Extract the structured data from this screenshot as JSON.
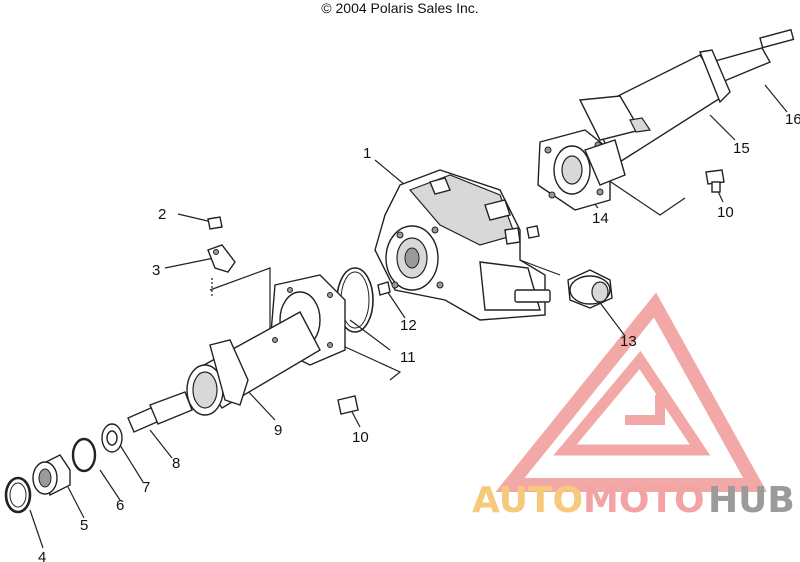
{
  "copyright": "© 2004 Polaris Sales Inc.",
  "callouts": [
    {
      "id": "c1",
      "label": "1"
    },
    {
      "id": "c2",
      "label": "2"
    },
    {
      "id": "c3",
      "label": "3"
    },
    {
      "id": "c4",
      "label": "4"
    },
    {
      "id": "c5",
      "label": "5"
    },
    {
      "id": "c6",
      "label": "6"
    },
    {
      "id": "c7",
      "label": "7"
    },
    {
      "id": "c8",
      "label": "8"
    },
    {
      "id": "c9",
      "label": "9"
    },
    {
      "id": "c10a",
      "label": "10"
    },
    {
      "id": "c10b",
      "label": "10"
    },
    {
      "id": "c11",
      "label": "11"
    },
    {
      "id": "c12",
      "label": "12"
    },
    {
      "id": "c13",
      "label": "13"
    },
    {
      "id": "c14",
      "label": "14"
    },
    {
      "id": "c15",
      "label": "15"
    },
    {
      "id": "c16",
      "label": "16"
    }
  ],
  "watermark": {
    "parts": [
      "AUTO",
      "MOTO",
      "HUB"
    ],
    "colors": {
      "auto": "#f6c97d",
      "moto": "#f3a3a3",
      "hub": "#9b9b9b",
      "logo": "#f19a9a"
    }
  }
}
